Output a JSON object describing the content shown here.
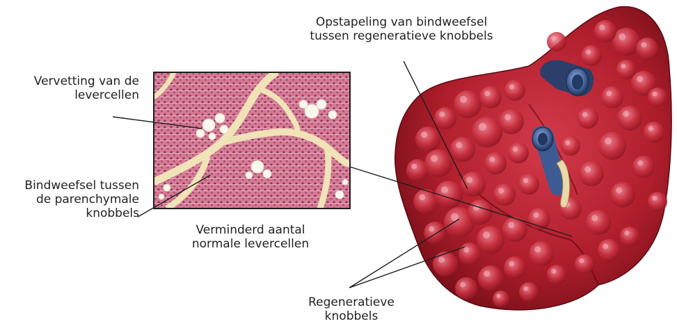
{
  "labels": {
    "top": [
      "Opstapeling van bindweefsel",
      "tussen regeneratieve knobbels"
    ],
    "fatty": [
      "Vervetting van de",
      "levercellen"
    ],
    "connective": [
      "Bindweefsel tussen",
      "de parenchymale",
      "knobbels"
    ],
    "reduced": [
      "Verminderd aantal",
      "normale levercellen"
    ],
    "nodules": [
      "Regeneratieve",
      "knobbels"
    ]
  },
  "colors": {
    "liver_base": "#b8202e",
    "liver_dark": "#6e0d16",
    "liver_light": "#e0566a",
    "vessel": "#3d5b92",
    "tissue_pink": "#d77a95",
    "tissue_fiber": "#f2e6bd",
    "line": "#1e1e1e"
  }
}
